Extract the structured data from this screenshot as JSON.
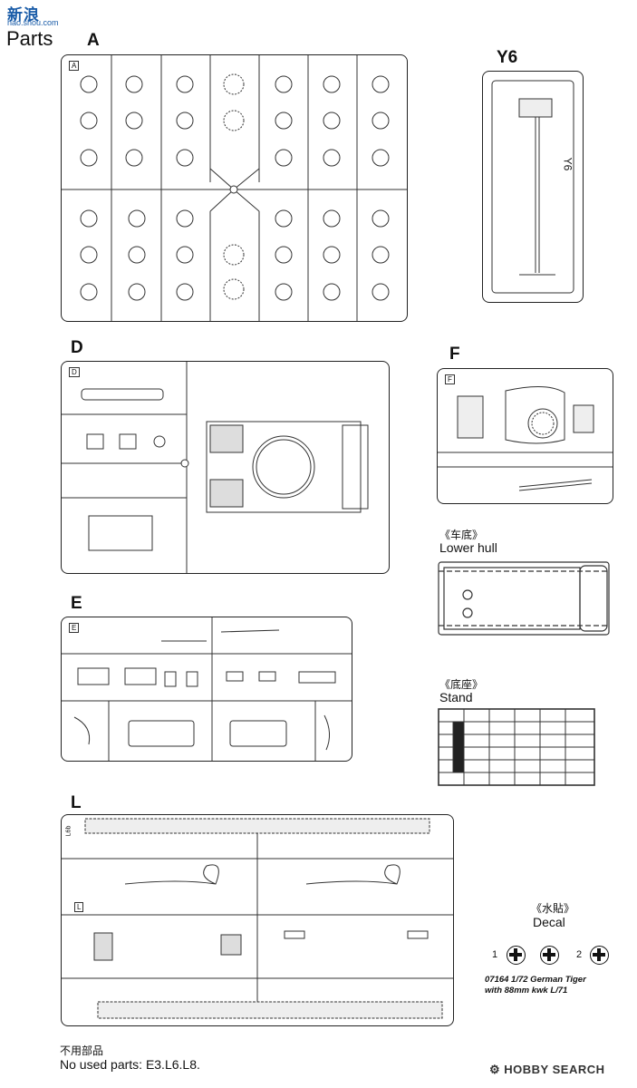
{
  "watermark": {
    "logo": "新浪",
    "site": "hao.shou.com"
  },
  "header": {
    "title": "Parts"
  },
  "sprues": {
    "A": {
      "letter": "A",
      "tag": "A"
    },
    "Y6": {
      "letter": "Y6",
      "side_label": "Y6"
    },
    "D": {
      "letter": "D",
      "tag": "D"
    },
    "F": {
      "letter": "F",
      "tag": "F"
    },
    "E": {
      "letter": "E",
      "tag": "E"
    },
    "L": {
      "letter": "L",
      "tag": "L",
      "side_tag": "L6b"
    }
  },
  "lower_hull": {
    "cn": "《车底》",
    "en": "Lower hull"
  },
  "stand": {
    "cn": "《底座》",
    "en": "Stand"
  },
  "decal": {
    "cn": "《水貼》",
    "en": "Decal",
    "nums": [
      "1",
      "2"
    ]
  },
  "kit": {
    "line1": "07164 1/72 German Tiger",
    "line2": "with 88mm kwk L/71"
  },
  "footer": {
    "cn": "不用部品",
    "en": "No used parts: E3.L6.L8."
  },
  "brand": {
    "name": "HOBBY SEARCH"
  }
}
